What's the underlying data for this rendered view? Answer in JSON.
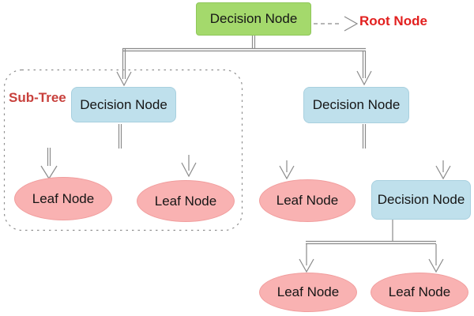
{
  "diagram": {
    "type": "decision-tree",
    "annotations": {
      "root_pointer_label": "Root Node",
      "subtree_label": "Sub-Tree"
    },
    "colors": {
      "root_decision_fill": "#a4d96c",
      "decision_fill": "#bfe0ec",
      "leaf_fill": "#f9b2b2",
      "root_annotation_text": "#e2201f",
      "subtree_annotation_text": "#c8403c",
      "node_text": "#151515",
      "connector_line": "#8a8a8a",
      "background": "#ffffff"
    },
    "nodes": [
      {
        "id": "root",
        "kind": "decision",
        "label": "Decision Node"
      },
      {
        "id": "subtree-decision",
        "kind": "decision",
        "label": "Decision Node"
      },
      {
        "id": "subtree-leaf-left",
        "kind": "leaf",
        "label": "Leaf Node"
      },
      {
        "id": "subtree-leaf-right",
        "kind": "leaf",
        "label": "Leaf Node"
      },
      {
        "id": "right-decision",
        "kind": "decision",
        "label": "Decision Node"
      },
      {
        "id": "right-leaf",
        "kind": "leaf",
        "label": "Leaf Node"
      },
      {
        "id": "right-sub-decision",
        "kind": "decision",
        "label": "Decision Node"
      },
      {
        "id": "bottom-leaf-left",
        "kind": "leaf",
        "label": "Leaf Node"
      },
      {
        "id": "bottom-leaf-right",
        "kind": "leaf",
        "label": "Leaf Node"
      }
    ],
    "edges": [
      {
        "from": "root",
        "to": "subtree-decision"
      },
      {
        "from": "root",
        "to": "right-decision"
      },
      {
        "from": "subtree-decision",
        "to": "subtree-leaf-left"
      },
      {
        "from": "subtree-decision",
        "to": "subtree-leaf-right"
      },
      {
        "from": "right-decision",
        "to": "right-leaf"
      },
      {
        "from": "right-decision",
        "to": "right-sub-decision"
      },
      {
        "from": "right-sub-decision",
        "to": "bottom-leaf-left"
      },
      {
        "from": "right-sub-decision",
        "to": "bottom-leaf-right"
      }
    ]
  }
}
